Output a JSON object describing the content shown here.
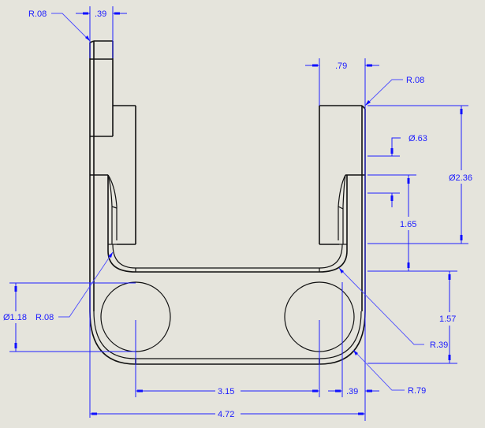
{
  "drawing": {
    "type": "engineering-drawing",
    "background_color": "#e5e4dc",
    "geometry_color": "#111111",
    "dimension_color": "#1a1aff",
    "units": "in"
  },
  "dimensions": {
    "top_left_radius": "R.08",
    "top_left_width": ".39",
    "top_right_width": ".79",
    "top_right_radius": "R.08",
    "dia_small": "Ø.63",
    "dia_large": "Ø2.36",
    "height_mid_right": "1.65",
    "height_lower_right": "1.57",
    "left_hole_dia": "Ø1.18",
    "left_inner_radius": "R.08",
    "inner_bend_radius": "R.39",
    "outer_bend_radius": "R.79",
    "hole_spacing": "3.15",
    "bottom_right_offset": ".39",
    "overall_width": "4.72"
  }
}
